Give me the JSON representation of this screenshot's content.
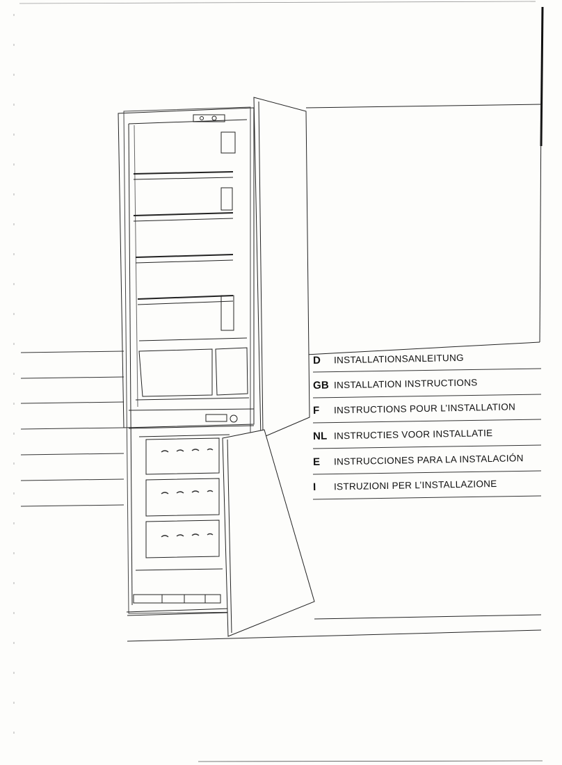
{
  "document": {
    "languages": [
      {
        "code": "D",
        "title": "INSTALLATIONSANLEITUNG"
      },
      {
        "code": "GB",
        "title": "INSTALLATION INSTRUCTIONS"
      },
      {
        "code": "F",
        "title": "INSTRUCTIONS POUR L’INSTALLATION"
      },
      {
        "code": "NL",
        "title": "INSTRUCTIES VOOR INSTALLATIE"
      },
      {
        "code": "E",
        "title": "INSTRUCCIONES PARA LA INSTALACIÓN"
      },
      {
        "code": "I",
        "title": "ISTRUZIONI PER L’INSTALLAZIONE"
      }
    ]
  }
}
